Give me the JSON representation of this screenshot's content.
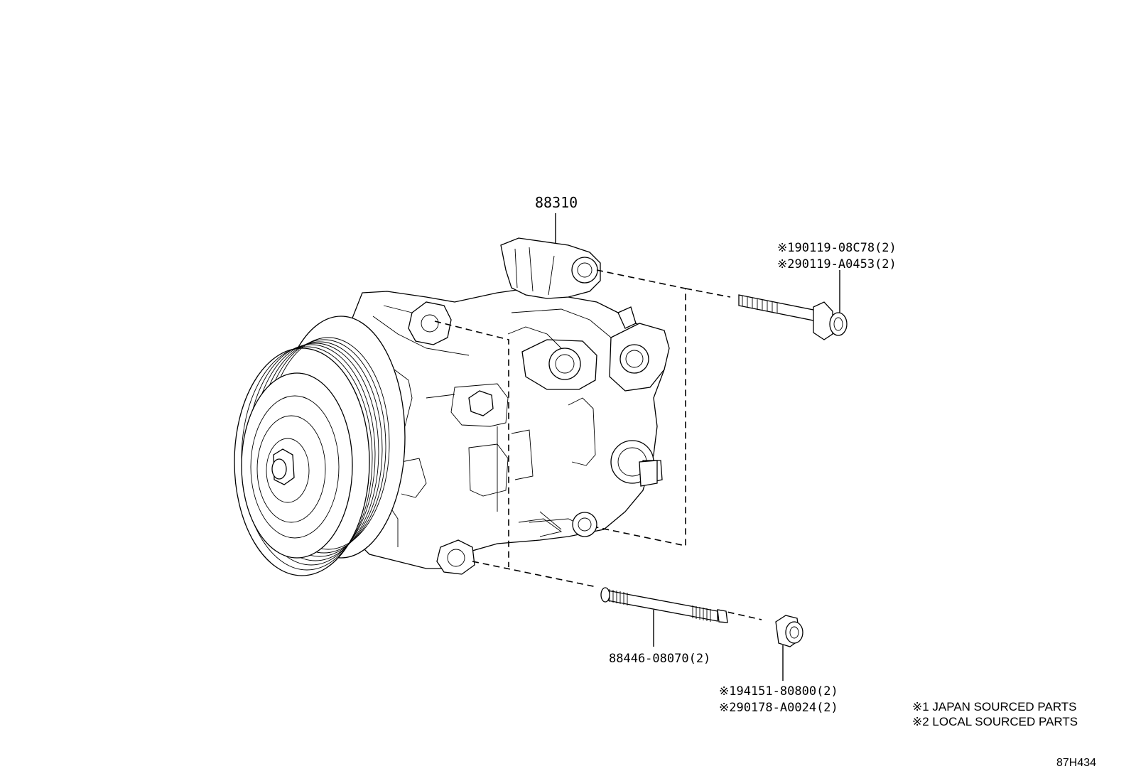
{
  "parts": {
    "compressor": {
      "number": "88310"
    },
    "stud_bolt": {
      "number": "88446-08070(2)"
    },
    "upper_bolt": {
      "line1": "※190119-08C78(2)",
      "line2": "※290119-A0453(2)"
    },
    "nut": {
      "line1": "※194151-80800(2)",
      "line2": "※290178-A0024(2)"
    }
  },
  "legend": {
    "line1": "※1 JAPAN SOURCED PARTS",
    "line2": "※2 LOCAL SOURCED PARTS"
  },
  "diagram_ref": "87H434"
}
